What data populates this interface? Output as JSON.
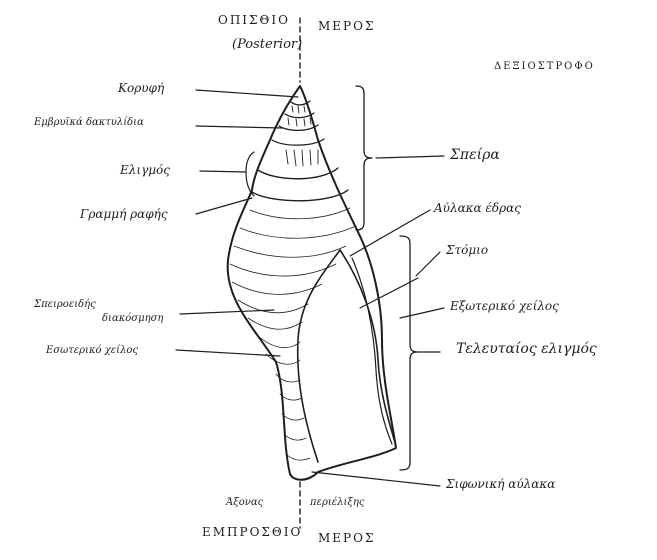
{
  "colors": {
    "ink": "#1e1e1e",
    "paper": "#ffffff"
  },
  "labels": {
    "posterior_greek": "ΟΠΙΣΘΙΟ",
    "posterior_latin": "(Posterior)",
    "meros_top": "ΜΕΡΟΣ",
    "dextral": "ΔΕΞΙΟΣΤΡΟΦΟ",
    "apex": "Κορυφή",
    "embryonic": "Εμβρυϊκά δακτυλίδια",
    "whorl": "Ελιγμός",
    "suture": "Γραμμή ραφής",
    "spire": "Σπείρα",
    "siphonal_groove": "Αύλακα έδρας",
    "aperture": "Στόμιο",
    "outer_lip": "Εξωτερικό χείλος",
    "body_whorl": "Τελευταίος ελιγμός",
    "spiral_ornament_1": "Σπειροειδής",
    "spiral_ornament_2": "διακόσμηση",
    "inner_lip": "Εσωτερικό χείλος",
    "siphonal_canal": "Σιφωνική αύλακα",
    "axis_left": "Άξονας",
    "axis_right": "περιέλιξης",
    "anterior_greek": "ΕΜΠΡΟΣΘΙΟ",
    "meros_bottom": "ΜΕΡΟΣ"
  }
}
